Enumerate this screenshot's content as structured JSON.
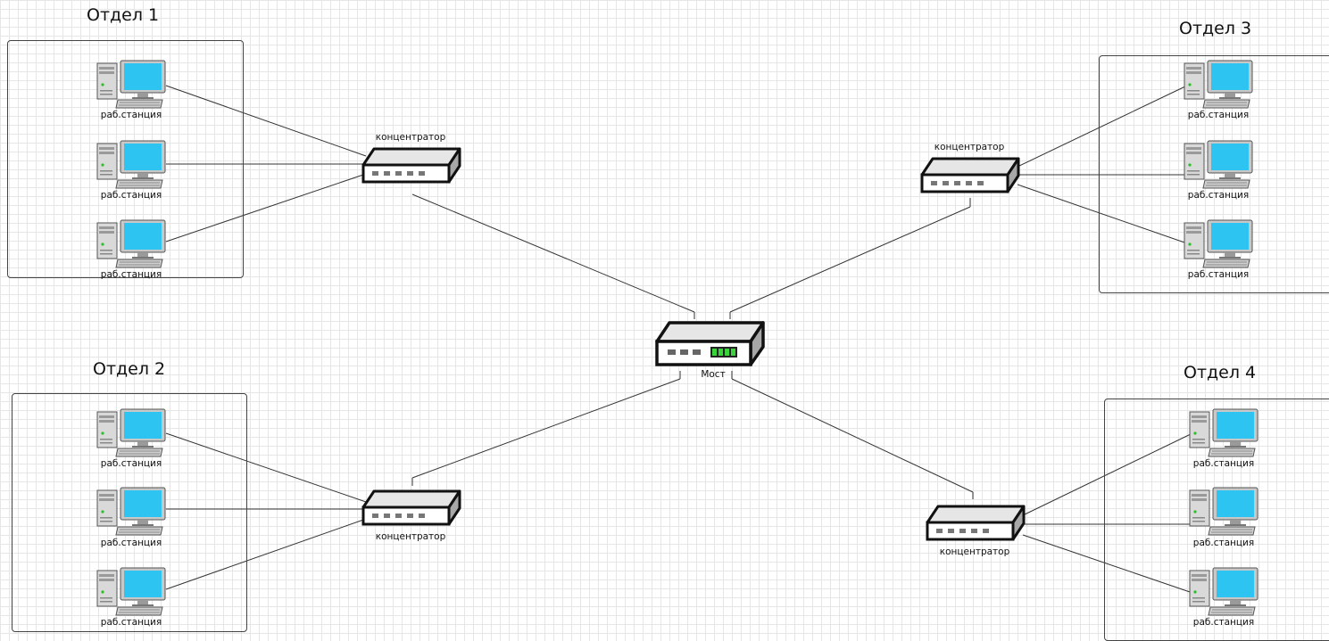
{
  "departments": [
    {
      "title": "Отдел 1"
    },
    {
      "title": "Отдел 2"
    },
    {
      "title": "Отдел 3"
    },
    {
      "title": "Отдел 4"
    }
  ],
  "labels": {
    "workstation": "раб.станция",
    "hub": "концентратор",
    "bridge": "Мост"
  },
  "icons": {
    "workstation": "desktop-computer-icon",
    "hub": "network-hub-icon",
    "bridge": "network-bridge-icon"
  },
  "colors": {
    "grid": "#e6e6e6",
    "monitor_screen": "#2ec4f1",
    "bridge_leds": "#39d33b",
    "outline": "#111111"
  }
}
